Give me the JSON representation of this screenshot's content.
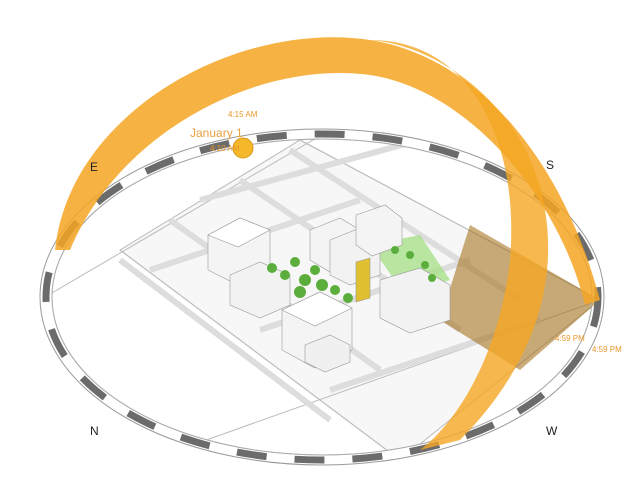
{
  "compass": {
    "north": "N",
    "south": "S",
    "east": "E",
    "west": "W"
  },
  "sun_path": {
    "date_label": "January 1",
    "time_labels": [
      "4:15 AM",
      "4:10 AM",
      "4:59 PM",
      "4:59 PM"
    ],
    "color": "#f5a623"
  },
  "colors": {
    "ring_dark": "#6b6b6b",
    "buildings": "#f2f2f2",
    "trees": "#5cae3c",
    "green_area": "#a8e08a",
    "shadow": "#a06a10"
  }
}
